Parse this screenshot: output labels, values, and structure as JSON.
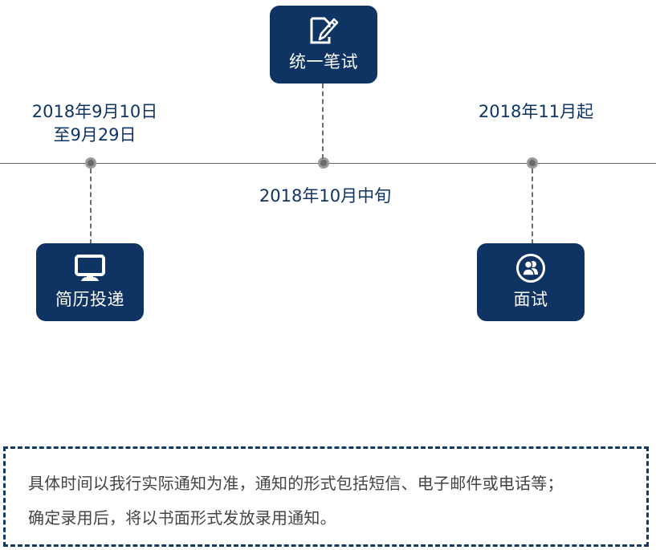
{
  "timeline": {
    "stages": [
      {
        "id": "resume",
        "title": "简历投递",
        "icon": "monitor-icon",
        "date_lines": [
          "2018年9月10日",
          "至9月29日"
        ]
      },
      {
        "id": "exam",
        "title": "统一笔试",
        "icon": "edit-document-icon",
        "date_lines": [
          "2018年10月中旬"
        ]
      },
      {
        "id": "interview",
        "title": "面试",
        "icon": "users-icon",
        "date_lines": [
          "2018年11月起"
        ]
      }
    ]
  },
  "note": {
    "lines": [
      "具体时间以我行实际通知为准，通知的形式包括短信、电子邮件或电话等；",
      "确定录用后，将以书面形式发放录用通知。"
    ]
  },
  "colors": {
    "primary": "#0f3464",
    "axis": "#666666",
    "node": "#9a9a9a",
    "text": "#444444"
  }
}
